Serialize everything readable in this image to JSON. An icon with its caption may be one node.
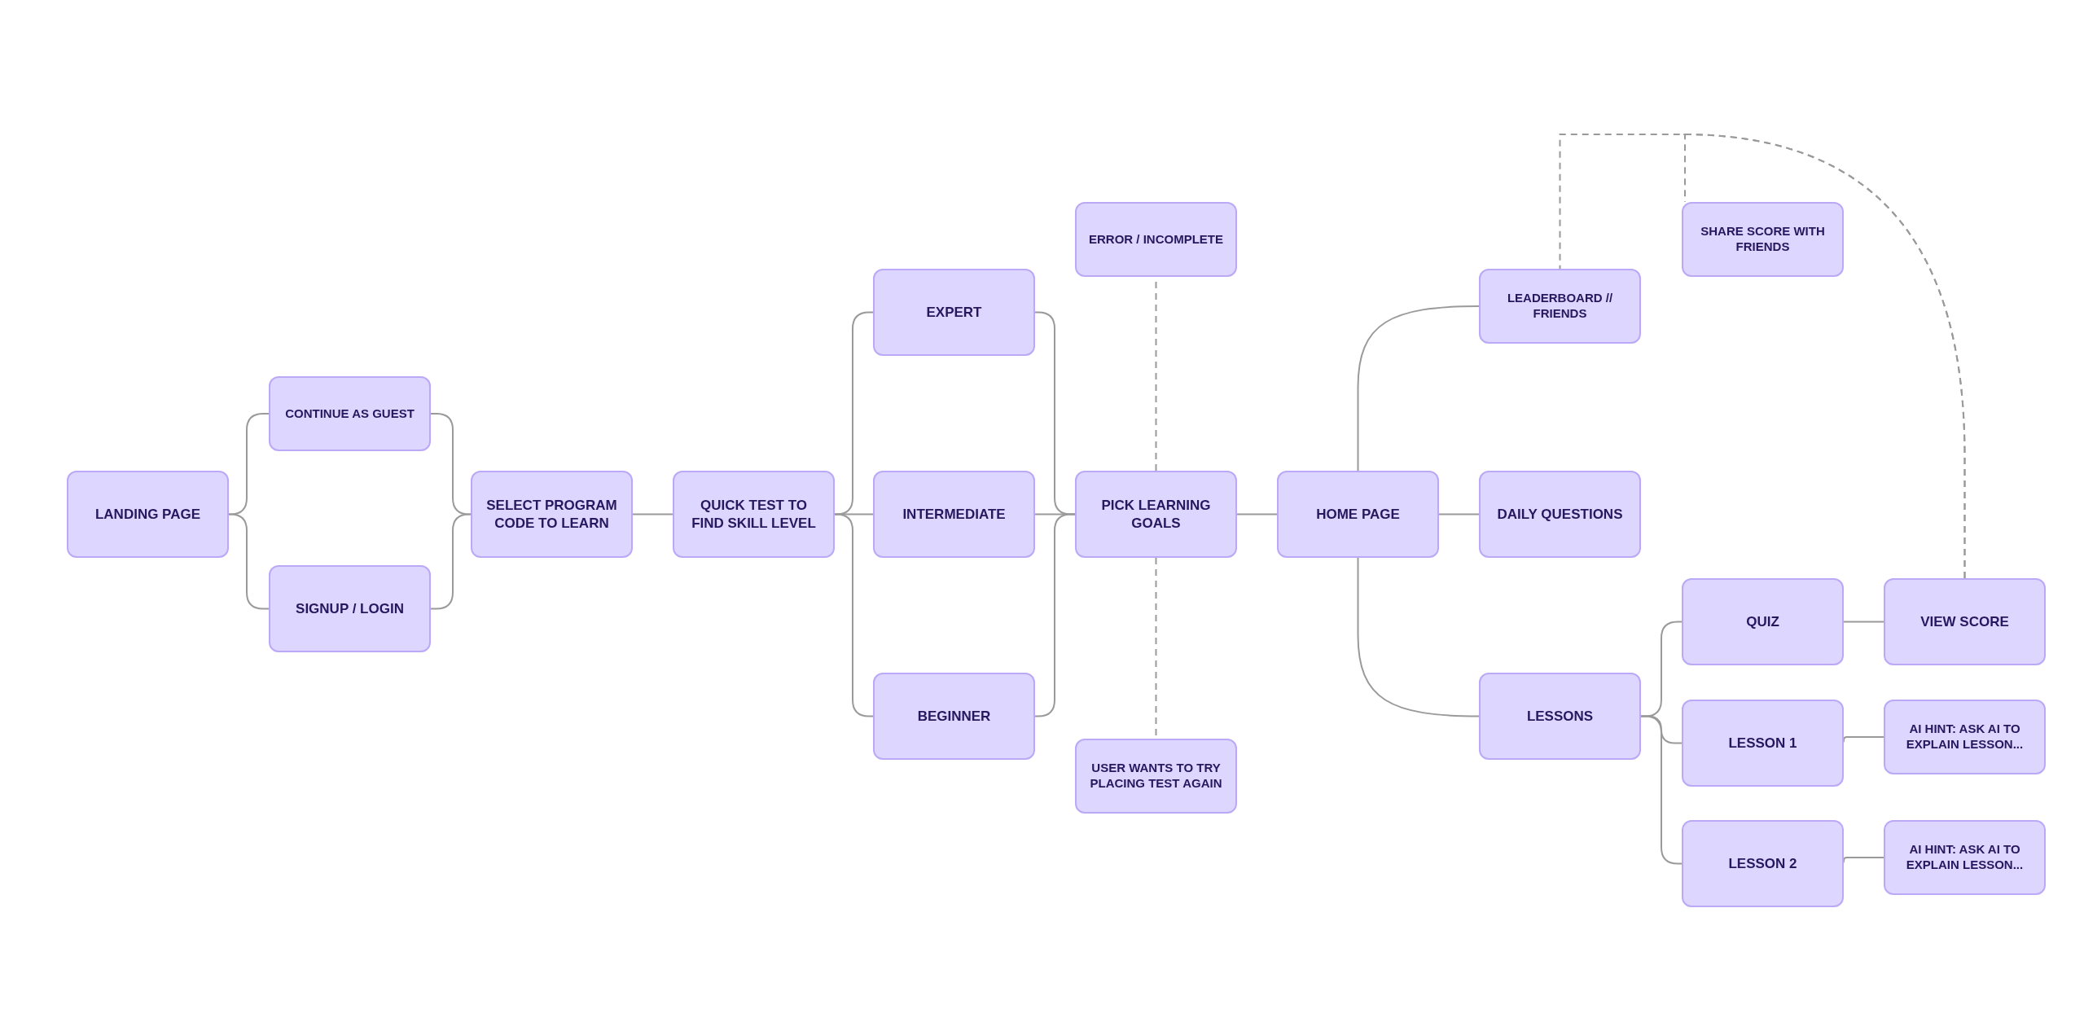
{
  "diagram": {
    "nodes": [
      {
        "text": [
          "LANDING PAGE"
        ]
      },
      {
        "text": [
          "CONTINUE AS GUEST"
        ]
      },
      {
        "text": [
          "SIGNUP / LOGIN"
        ]
      },
      {
        "text": [
          "SELECT PROGRAM CODE TO LEARN"
        ]
      },
      {
        "text": [
          "QUICK TEST TO FIND SKILL LEVEL"
        ]
      },
      {
        "text": [
          "EXPERT"
        ]
      },
      {
        "text": [
          "INTERMEDIATE"
        ]
      },
      {
        "text": [
          "BEGINNER"
        ]
      },
      {
        "text": [
          "ERROR / INCOMPLETE"
        ]
      },
      {
        "text": [
          "PICK LEARNING GOALS"
        ]
      },
      {
        "text": [
          "USER WANTS TO TRY PLACING TEST AGAIN"
        ]
      },
      {
        "text": [
          "HOME PAGE"
        ]
      },
      {
        "text": [
          "LEADERBOARD // FRIENDS"
        ]
      },
      {
        "text": [
          "DAILY QUESTIONS"
        ]
      },
      {
        "text": [
          "LESSONS"
        ]
      },
      {
        "text": [
          "SHARE SCORE WITH FRIENDS"
        ]
      },
      {
        "text": [
          "QUIZ"
        ]
      },
      {
        "text": [
          "LESSON 1"
        ]
      },
      {
        "text": [
          "LESSON 2"
        ]
      },
      {
        "text": [
          "VIEW SCORE"
        ]
      },
      {
        "text": [
          "AI HINT: ASK AI TO EXPLAIN LESSON..."
        ]
      },
      {
        "text": [
          "AI HINT: ASK AI TO EXPLAIN LESSON..."
        ]
      }
    ],
    "edges": [
      {
        "from": 0,
        "to": 1,
        "arrow": "none"
      },
      {
        "from": 0,
        "to": 2,
        "arrow": "none"
      },
      {
        "from": 1,
        "to": 3,
        "arrow": "none"
      },
      {
        "from": 2,
        "to": 3,
        "arrow": "none"
      },
      {
        "from": 3,
        "to": 4,
        "arrow": "none"
      },
      {
        "from": 4,
        "to": 5,
        "arrow": "none"
      },
      {
        "from": 4,
        "to": 6,
        "arrow": "none"
      },
      {
        "from": 4,
        "to": 7,
        "arrow": "none"
      },
      {
        "from": 5,
        "to": 9,
        "arrow": "none"
      },
      {
        "from": 6,
        "to": 9,
        "arrow": "none"
      },
      {
        "from": 7,
        "to": 9,
        "arrow": "none"
      },
      {
        "from": 9,
        "to": 8,
        "arrow": "none",
        "style": "dashed"
      },
      {
        "from": 9,
        "to": 10,
        "arrow": "none",
        "style": "dashed"
      },
      {
        "from": 9,
        "to": 11,
        "arrow": "none"
      },
      {
        "from": 11,
        "to": 12,
        "arrow": "none"
      },
      {
        "from": 11,
        "to": 13,
        "arrow": "none"
      },
      {
        "from": 11,
        "to": 14,
        "arrow": "none"
      },
      {
        "from": 14,
        "to": 16,
        "arrow": "none"
      },
      {
        "from": 14,
        "to": 17,
        "arrow": "none"
      },
      {
        "from": 14,
        "to": 18,
        "arrow": "none"
      },
      {
        "from": 16,
        "to": 19,
        "arrow": "none"
      },
      {
        "from": 17,
        "to": 20,
        "arrow": "none"
      },
      {
        "from": 18,
        "to": 21,
        "arrow": "none"
      },
      {
        "from": 19,
        "to": 15,
        "arrow": "none",
        "style": "dashed"
      },
      {
        "from": 19,
        "to": 12,
        "arrow": "none",
        "style": "dashed"
      }
    ]
  }
}
